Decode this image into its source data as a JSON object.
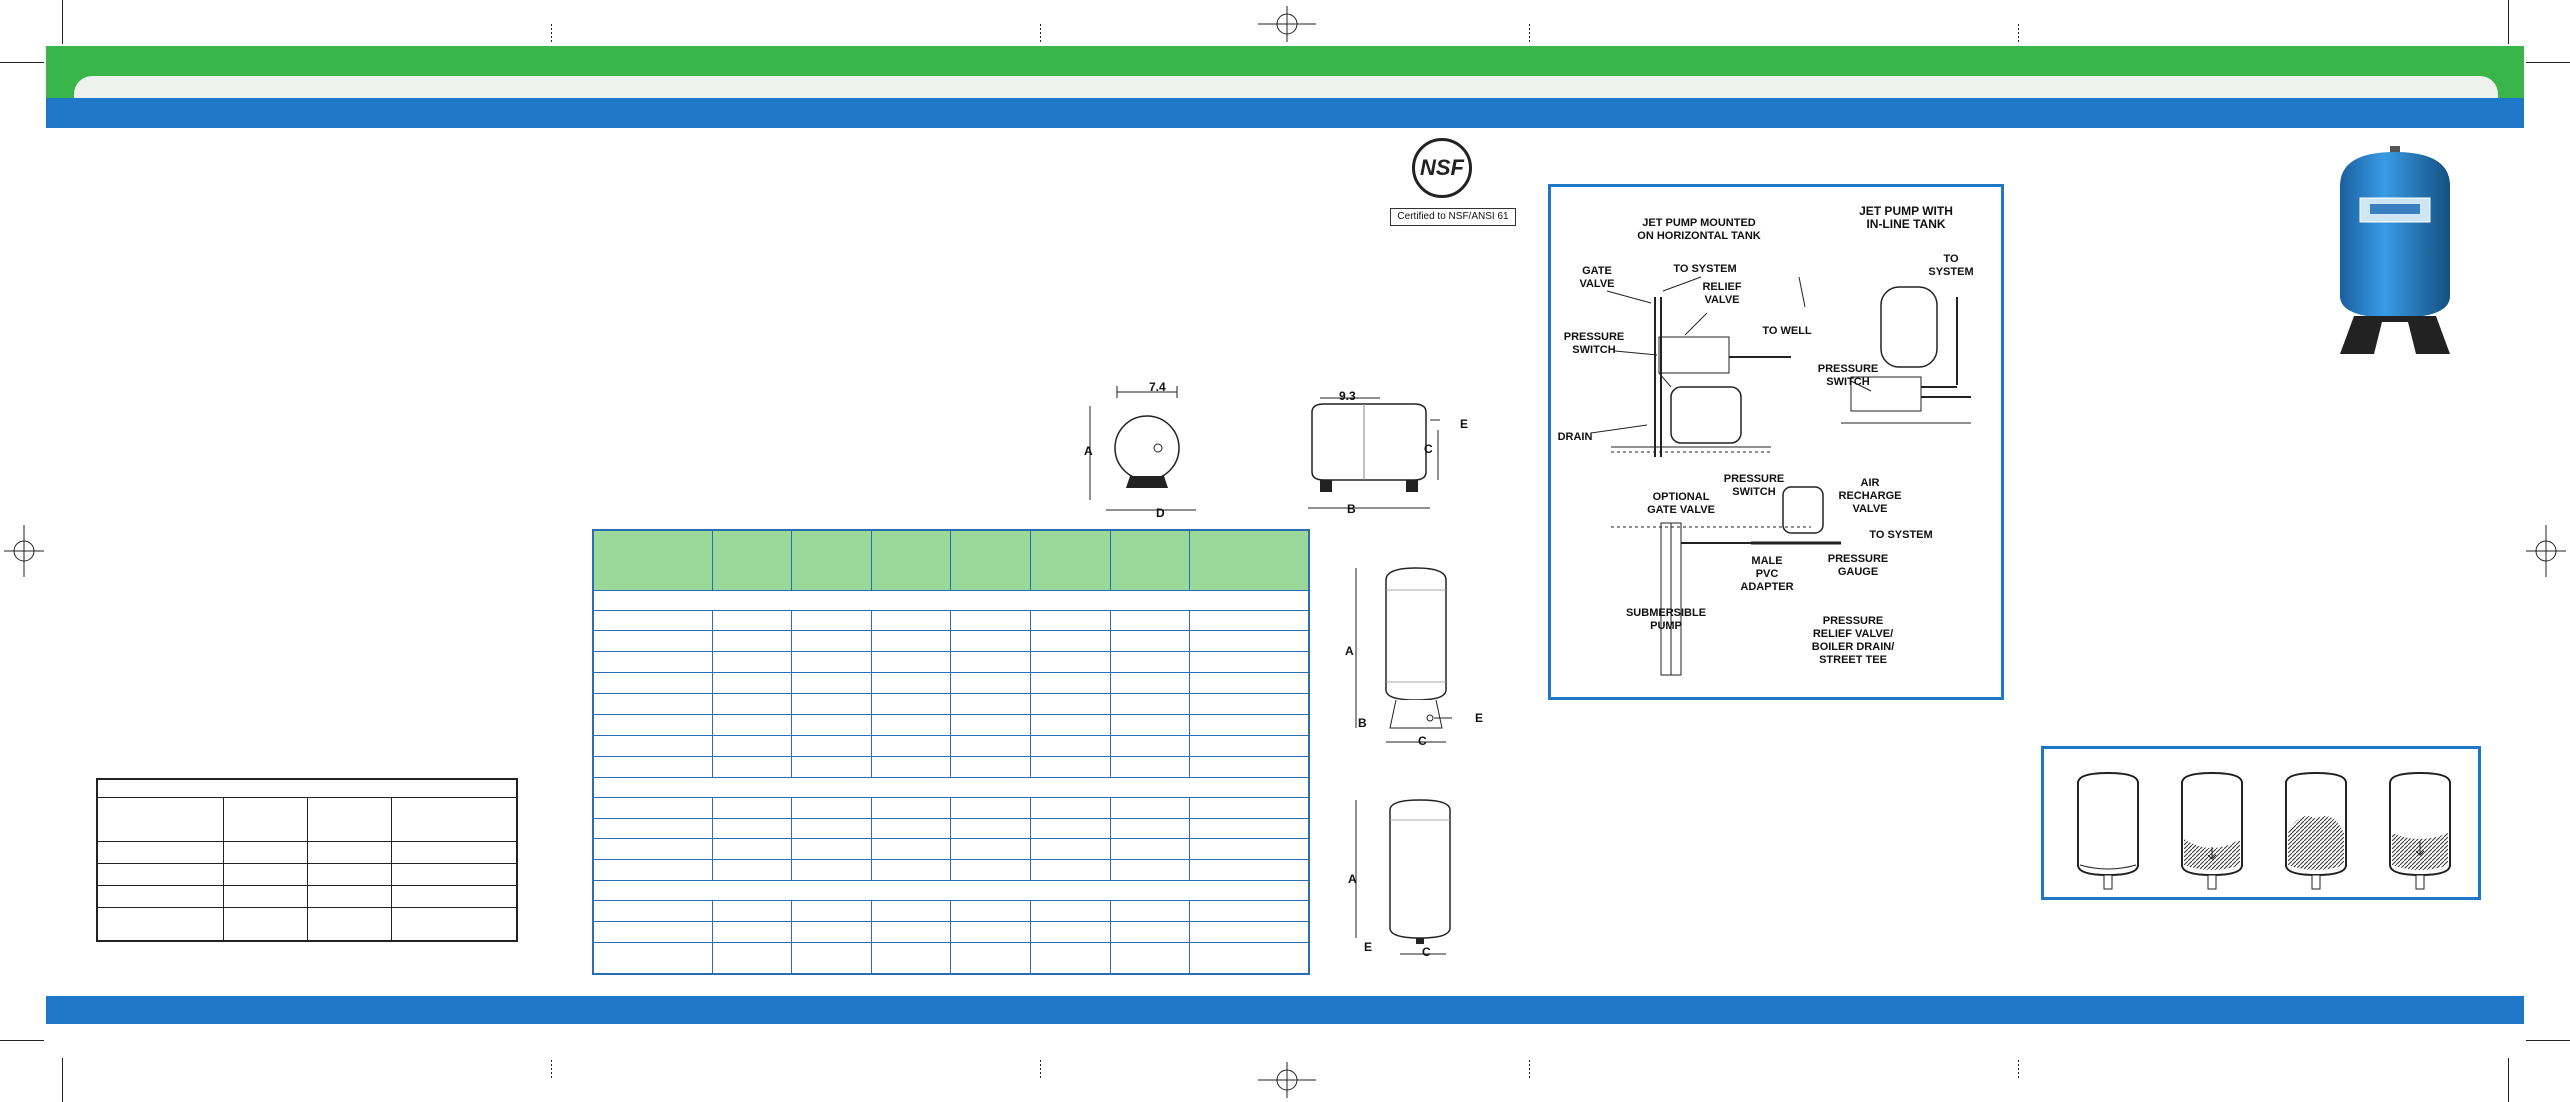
{
  "certification": {
    "logo_text": "NSF",
    "caption": "Certified to NSF/ANSI 61"
  },
  "horizontal_tank_dims": {
    "width_label": "7.4",
    "length_label": "9.3",
    "letters": [
      "A",
      "D",
      "B",
      "C",
      "E"
    ]
  },
  "vertical_tank_dims": {
    "upper": [
      "A",
      "B",
      "C",
      "E"
    ],
    "lower": [
      "A",
      "E",
      "C"
    ]
  },
  "installation": {
    "left_title": "JET PUMP MOUNTED\nON HORIZONTAL TANK",
    "right_title": "JET PUMP WITH\nIN-LINE TANK",
    "labels": {
      "gate_valve": "GATE\nVALVE",
      "to_system_1": "TO SYSTEM",
      "relief_valve": "RELIEF\nVALVE",
      "pressure_switch_1": "PRESSURE\nSWITCH",
      "to_well": "TO WELL",
      "drain": "DRAIN",
      "to_system_2": "TO\nSYSTEM",
      "pressure_switch_2": "PRESSURE\nSWITCH",
      "pressure_switch_3": "PRESSURE\nSWITCH",
      "air_recharge": "AIR\nRECHARGE\nVALVE",
      "optional_gate": "OPTIONAL\nGATE VALVE",
      "to_system_3": "TO SYSTEM",
      "pressure_gauge": "PRESSURE\nGAUGE",
      "male_pvc": "MALE\nPVC\nADAPTER",
      "submersible": "SUBMERSIBLE\nPUMP",
      "relief_boiler": "PRESSURE\nRELIEF VALVE/\nBOILER DRAIN/\nSTREET TEE"
    }
  },
  "colors": {
    "green": "#39b54a",
    "blue": "#1f77c8",
    "table_header": "#9ad99a",
    "tank_blue": "#2a86d1"
  }
}
